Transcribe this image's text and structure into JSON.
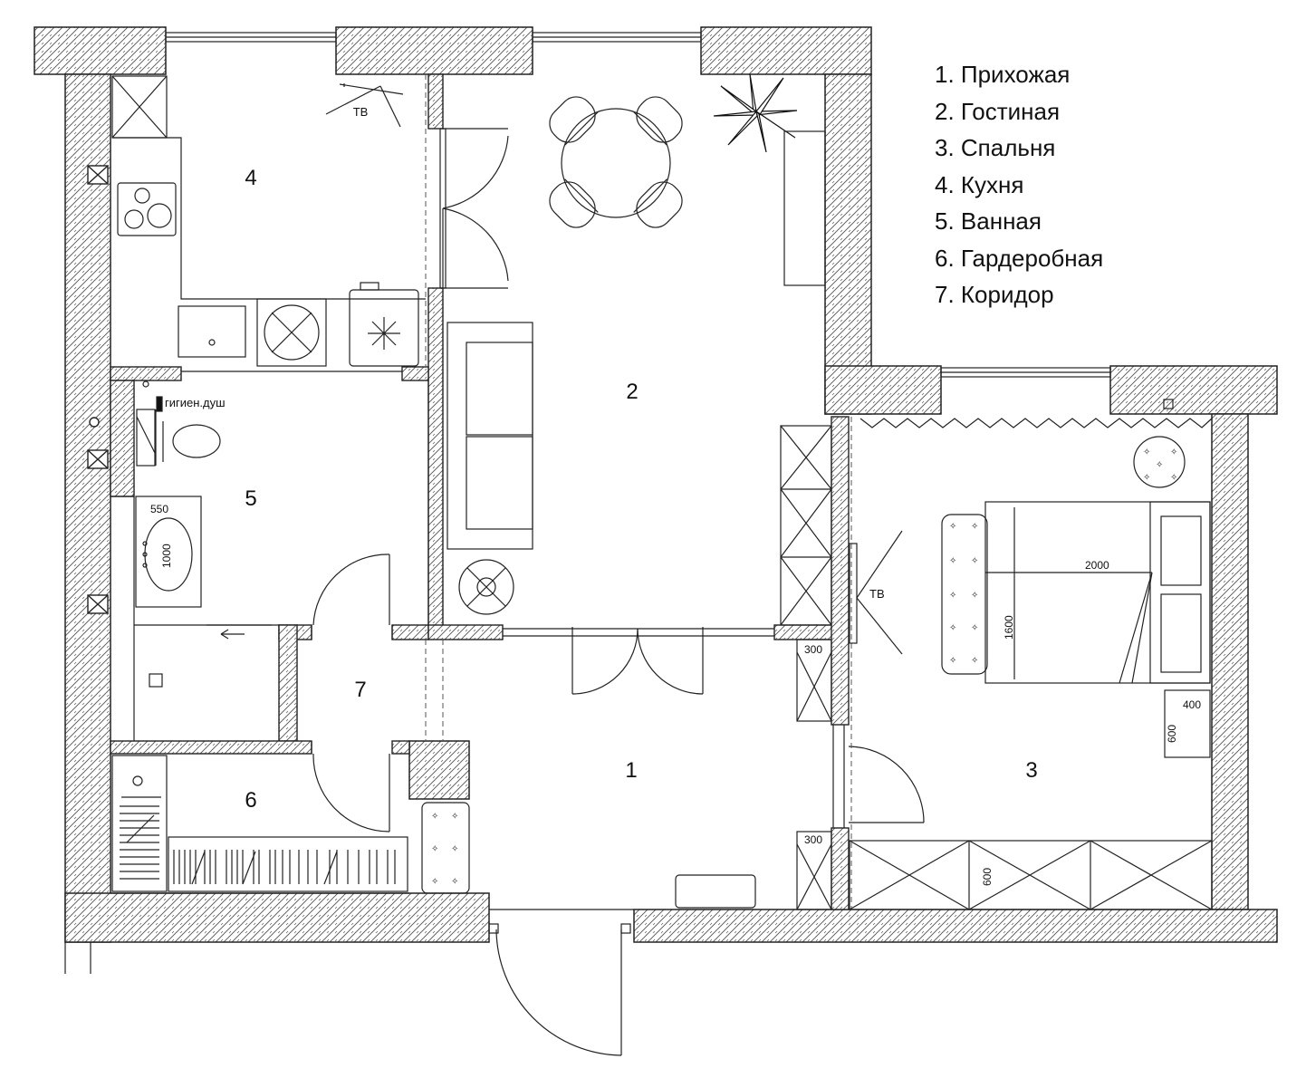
{
  "rooms": [
    {
      "num": "1"
    },
    {
      "num": "2"
    },
    {
      "num": "3"
    },
    {
      "num": "4"
    },
    {
      "num": "5"
    },
    {
      "num": "6"
    },
    {
      "num": "7"
    }
  ],
  "legend": [
    "1. Прихожая",
    "2. Гостиная",
    "3. Спальня",
    "4. Кухня",
    "5. Ванная",
    "6. Гардеробная",
    "7. Коридор"
  ],
  "labels": {
    "tv": "ТВ",
    "shower": "гигиен.душ"
  },
  "dimensions": {
    "bed_length": "2000",
    "bed_width": "1600",
    "sink_width": "550",
    "sink_length": "1000",
    "cabinet_depth": "300",
    "nightstand_width": "400",
    "nightstand_depth": "600",
    "wardrobe_depth": "600"
  }
}
